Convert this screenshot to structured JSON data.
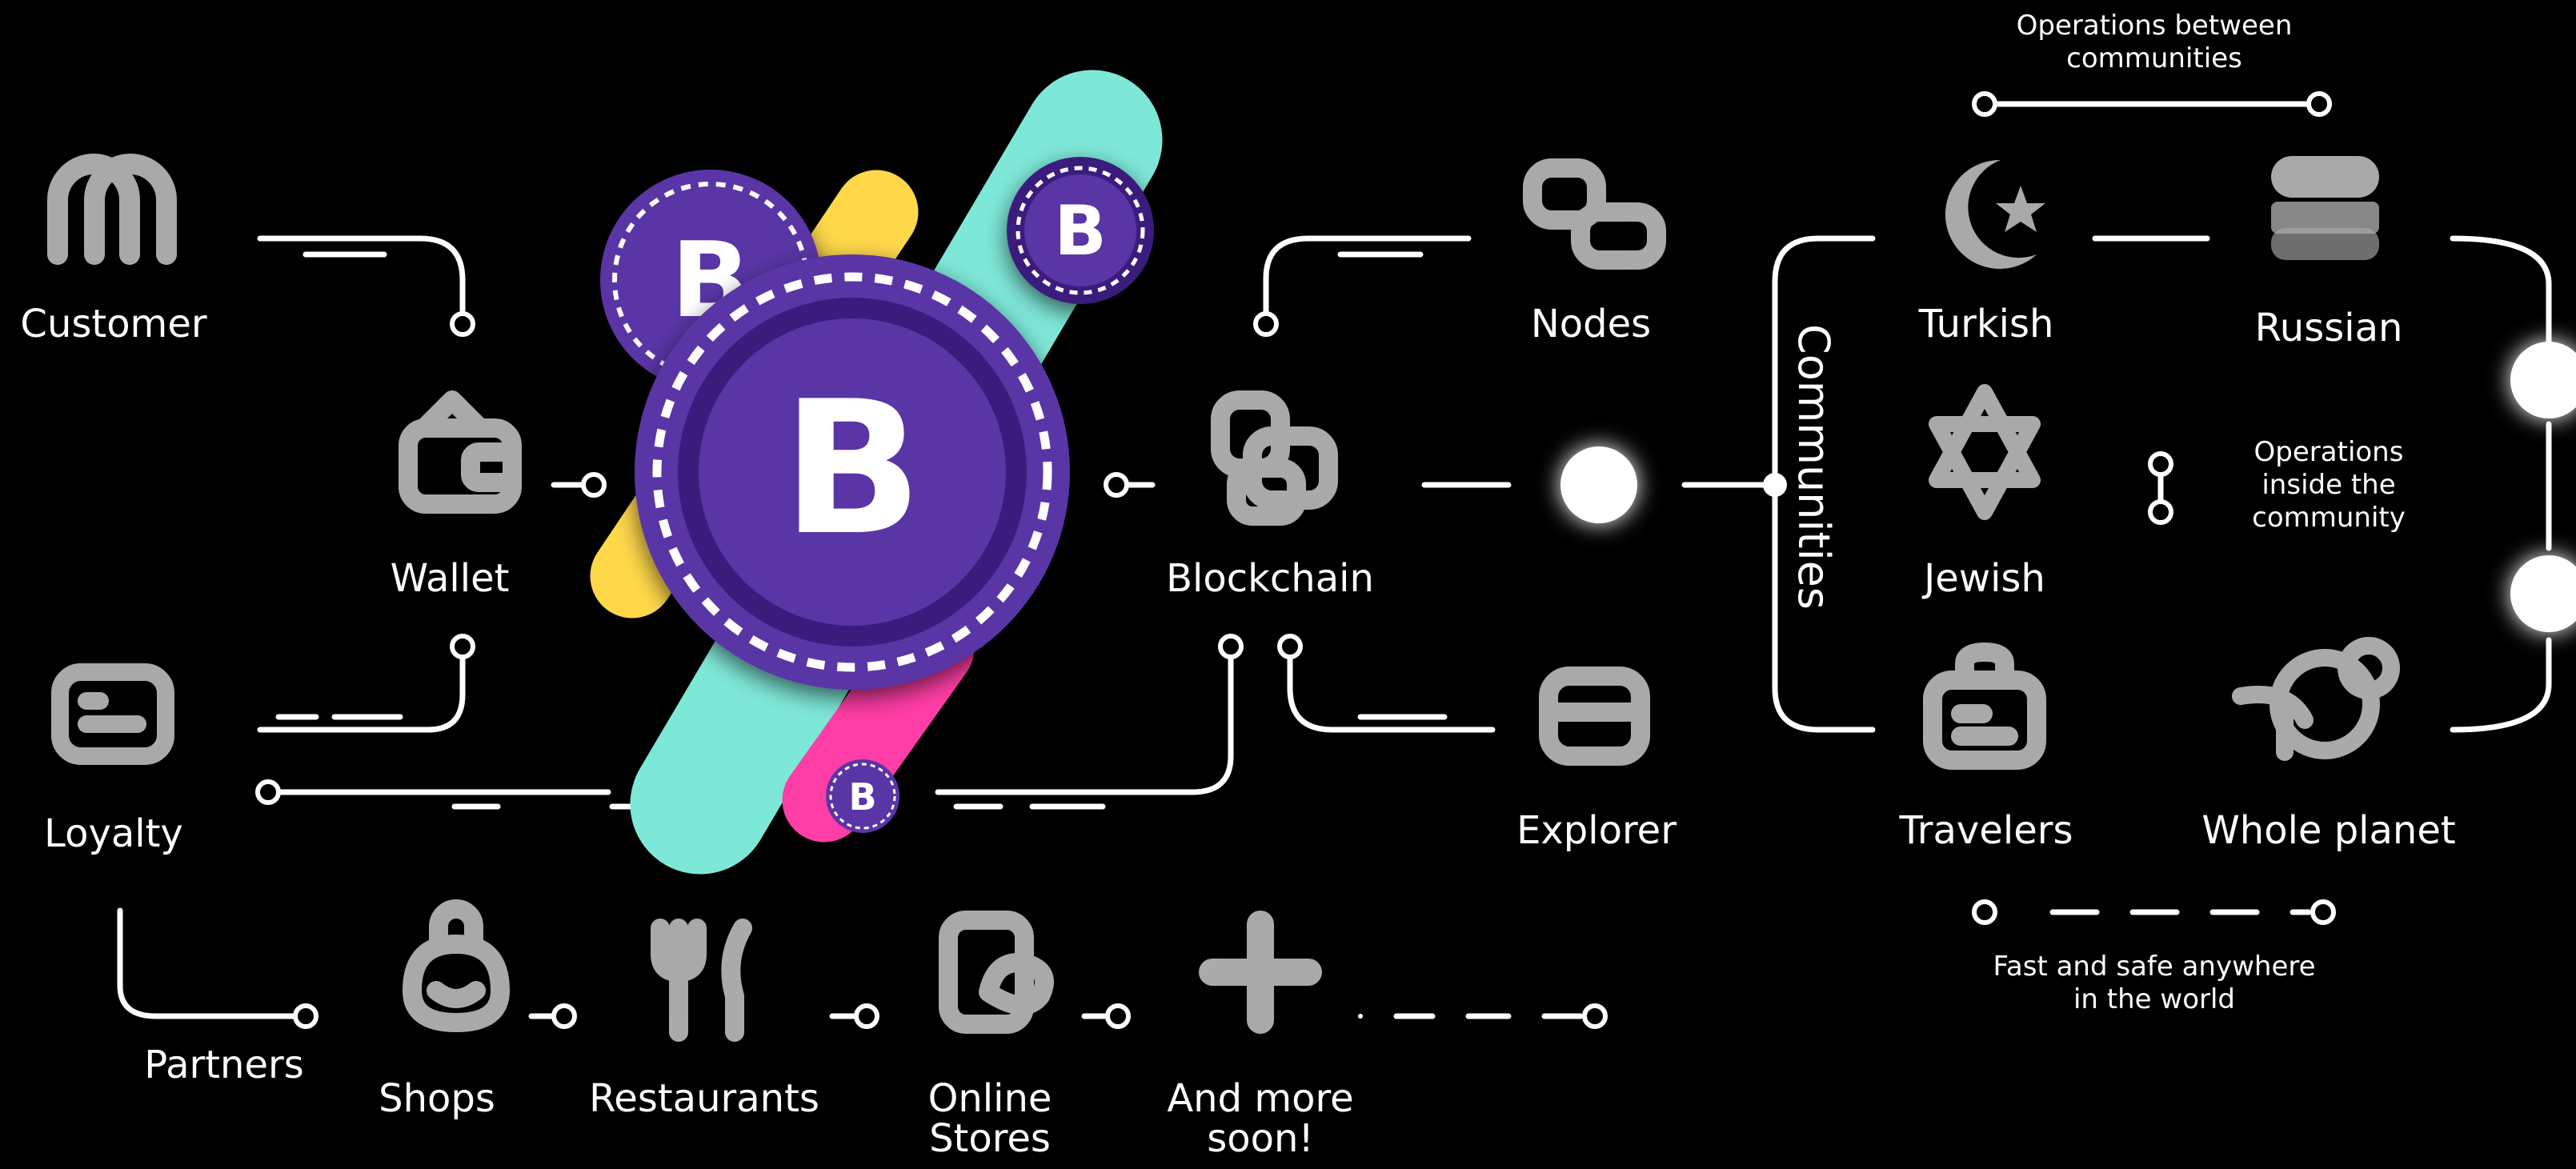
{
  "labels": {
    "customer": "Customer",
    "wallet": "Wallet",
    "loyalty": "Loyalty",
    "partners": "Partners",
    "shops": "Shops",
    "restaurants": "Restaurants",
    "online_stores": "Online Stores",
    "more": "And more soon!",
    "blockchain": "Blockchain",
    "nodes": "Nodes",
    "explorer": "Explorer",
    "communities": "Communities",
    "turkish": "Turkish",
    "russian": "Russian",
    "jewish": "Jewish",
    "travelers": "Travelers",
    "planet": "Whole planet",
    "ops_between": "Operations between communities",
    "ops_inside": "Operations inside the community",
    "fast_safe": "Fast and safe anywhere in the world"
  },
  "coin": {
    "letter": "B"
  },
  "colors": {
    "background": "#000000",
    "line": "#ffffff",
    "icon": "#b8b8b8",
    "coin_purple": "#5a35a6",
    "coin_dark": "#3a1f7d",
    "teal": "#7ee8d8",
    "yellow": "#ffd84a",
    "pink": "#ff3da6"
  }
}
